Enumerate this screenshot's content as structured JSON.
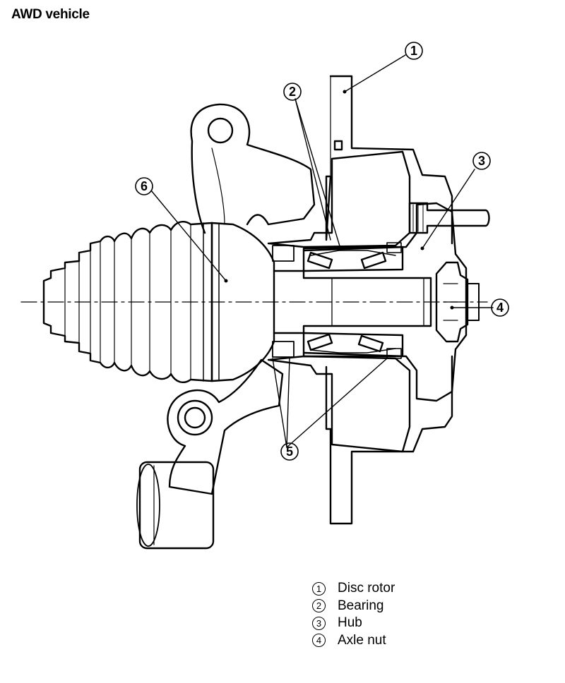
{
  "title": "AWD vehicle",
  "callouts": [
    "1",
    "2",
    "3",
    "4",
    "5",
    "6"
  ],
  "legend": [
    {
      "num": "1",
      "label": "Disc rotor"
    },
    {
      "num": "2",
      "label": "Bearing"
    },
    {
      "num": "3",
      "label": "Hub"
    },
    {
      "num": "4",
      "label": "Axle nut"
    }
  ]
}
